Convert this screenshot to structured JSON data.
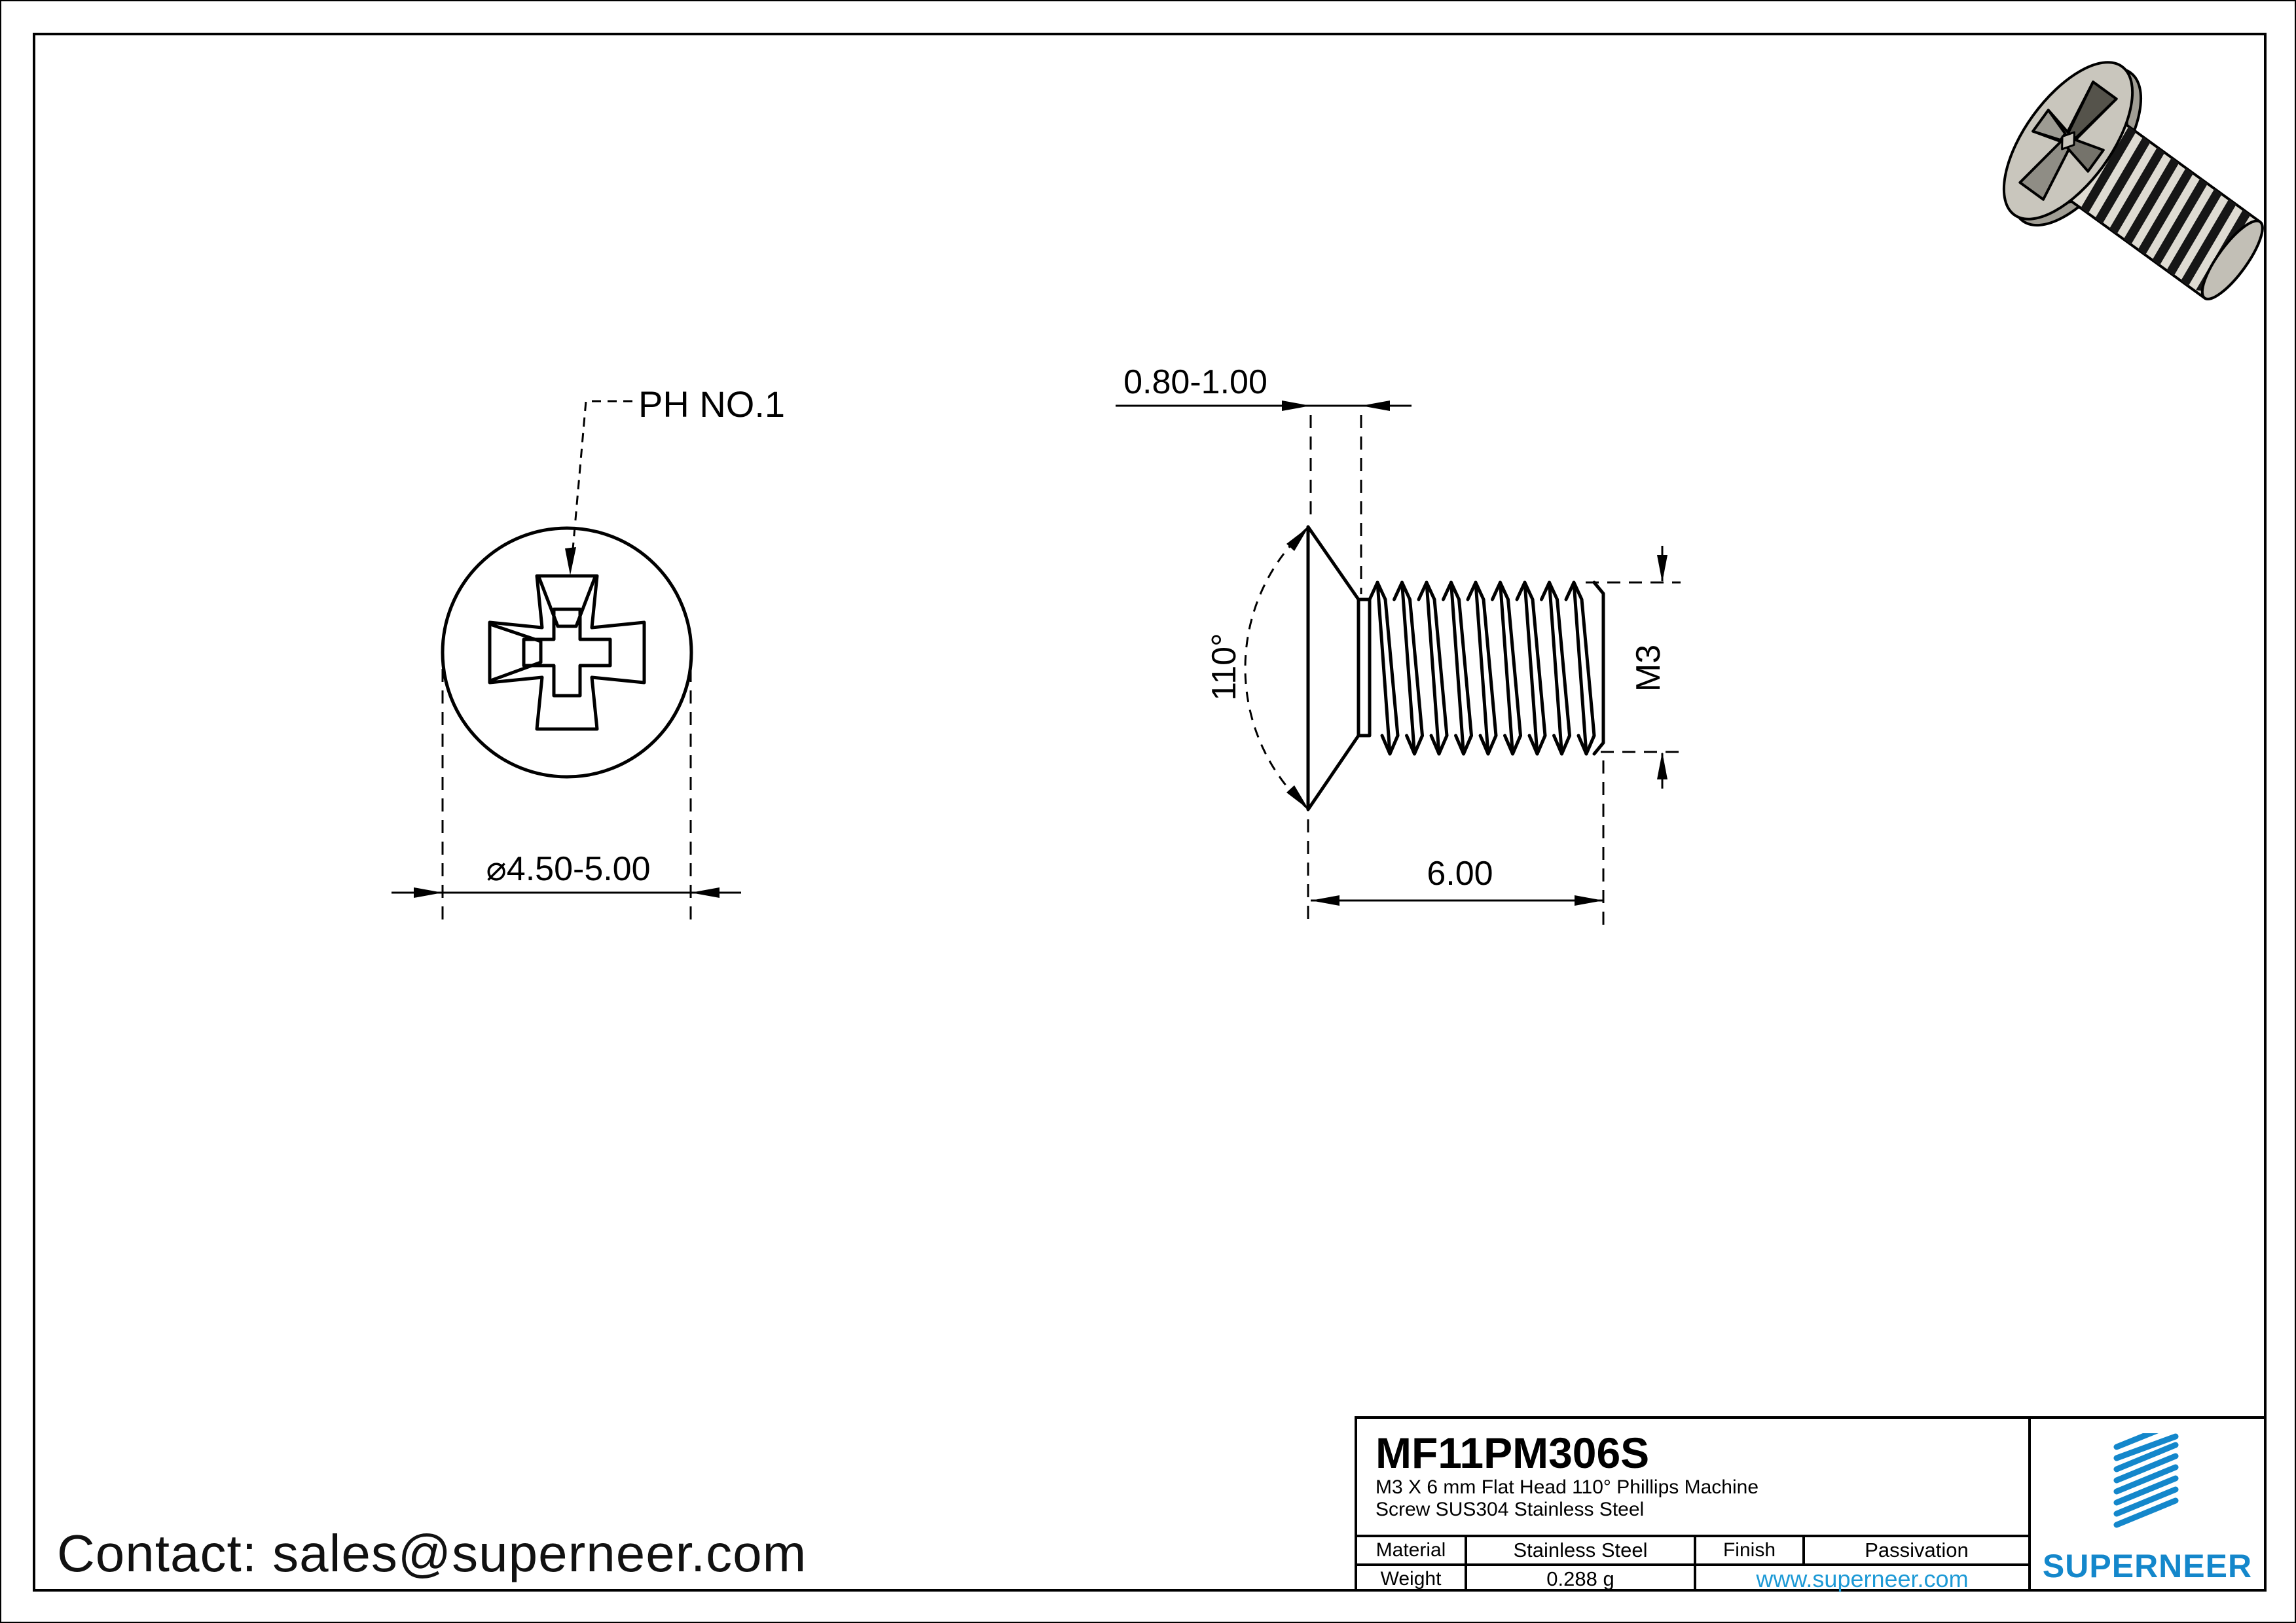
{
  "front_view": {
    "callout": "PH NO.1",
    "diameter_symbol": "⌀",
    "diameter": "4.50-5.00"
  },
  "side_view": {
    "head_height": "0.80-1.00",
    "head_angle": "110°",
    "thread_size": "M3",
    "length": "6.00"
  },
  "contact": {
    "label": "Contact: sales@superneer.com"
  },
  "title_block": {
    "part_number": "MF11PM306S",
    "description_line1": "M3 X 6 mm  Flat Head 110° Phillips Machine",
    "description_line2": "Screw SUS304 Stainless Steel",
    "material_label": "Material",
    "material_value": "Stainless Steel",
    "finish_label": "Finish",
    "finish_value": "Passivation",
    "weight_label": "Weight",
    "weight_value": "0.288 g",
    "website": "www.superneer.com",
    "brand": "SUPERNEER"
  },
  "colors": {
    "brand_blue": "#1487cb",
    "link_blue": "#1e9ad6",
    "line_black": "#000000",
    "screw_body_gray": "#c9c6bd"
  }
}
